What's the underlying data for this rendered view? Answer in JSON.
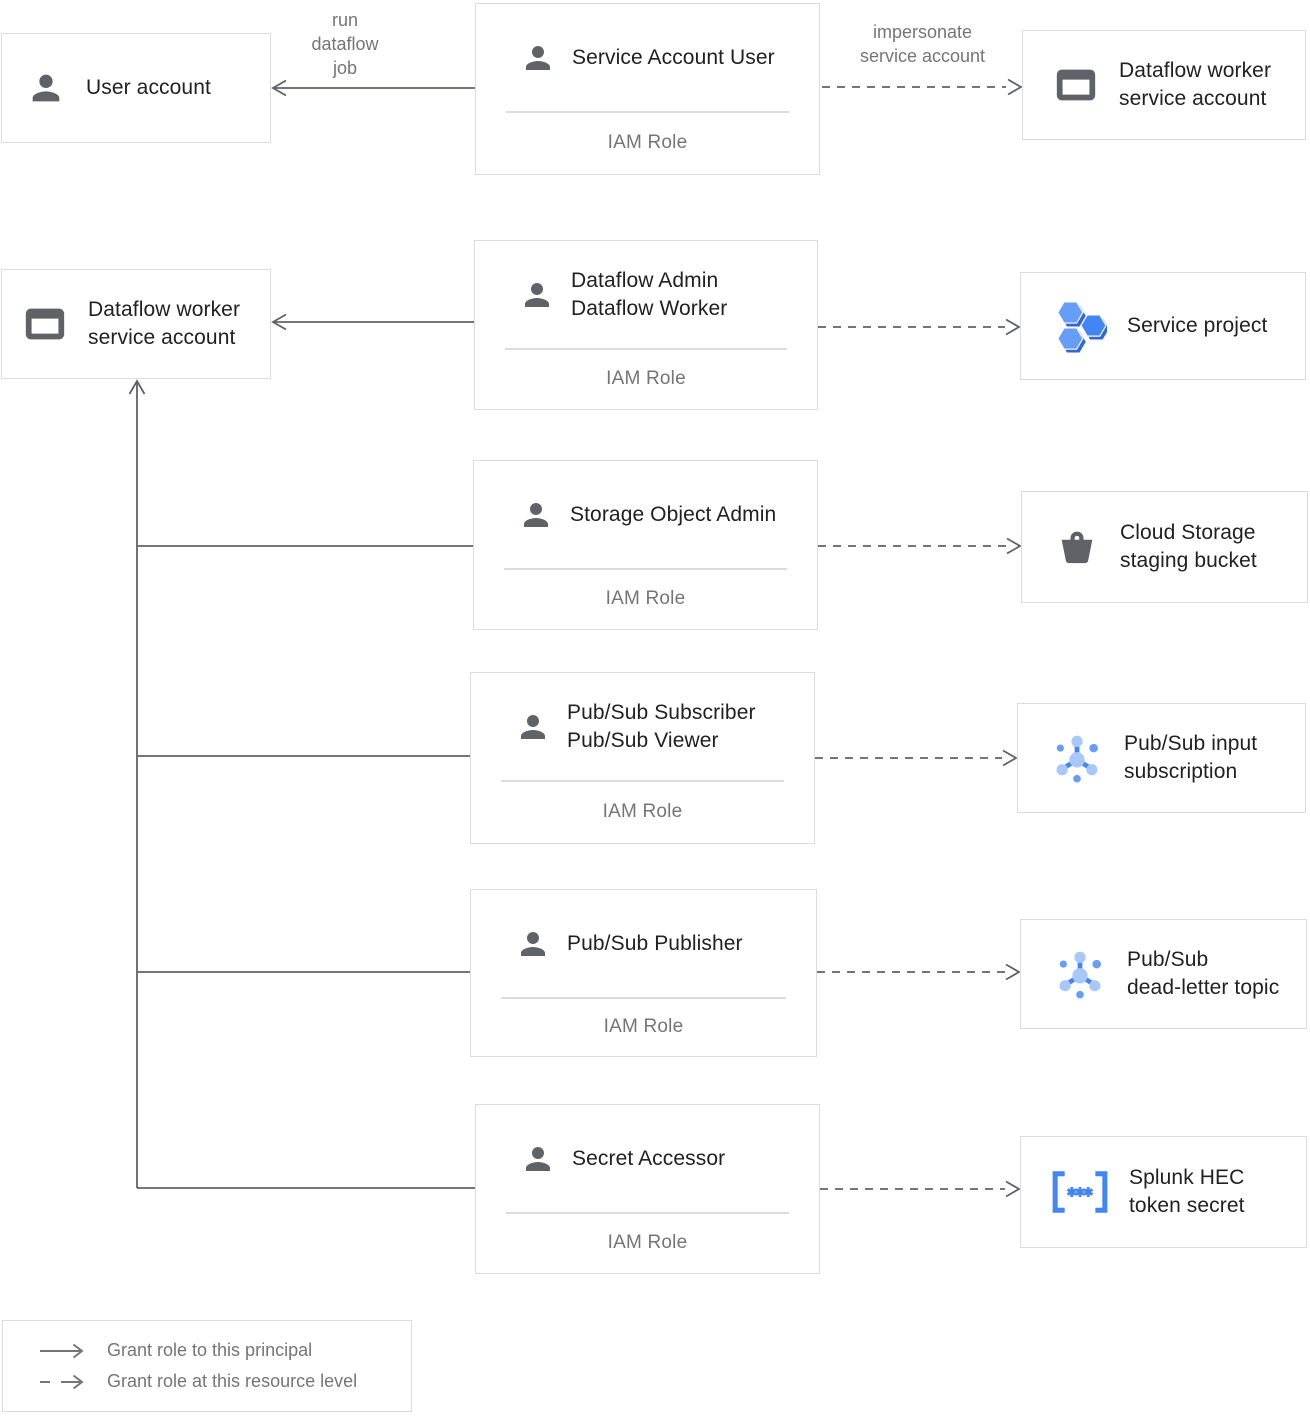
{
  "boxes": {
    "user_account": {
      "label": "User account"
    },
    "service_account_user": {
      "title": "Service Account User",
      "role_label": "IAM Role"
    },
    "dataflow_worker_sa_right": {
      "label": "Dataflow worker\nservice account"
    },
    "dataflow_worker_sa_left": {
      "label": "Dataflow worker\nservice account"
    },
    "dataflow_admin_worker": {
      "title": "Dataflow Admin\nDataflow Worker",
      "role_label": "IAM Role"
    },
    "service_project": {
      "label": "Service project"
    },
    "storage_object_admin": {
      "title": "Storage Object Admin",
      "role_label": "IAM Role"
    },
    "cloud_storage_bucket": {
      "label": "Cloud Storage\nstaging bucket"
    },
    "pubsub_subscriber_viewer": {
      "title": "Pub/Sub Subscriber\nPub/Sub Viewer",
      "role_label": "IAM Role"
    },
    "pubsub_input_subscription": {
      "label": "Pub/Sub input\nsubscription"
    },
    "pubsub_publisher": {
      "title": "Pub/Sub Publisher",
      "role_label": "IAM Role"
    },
    "pubsub_dead_letter_topic": {
      "label": "Pub/Sub\ndead-letter topic"
    },
    "secret_accessor": {
      "title": "Secret Accessor",
      "role_label": "IAM Role"
    },
    "splunk_hec_token_secret": {
      "label": "Splunk HEC\ntoken secret"
    }
  },
  "edge_labels": {
    "run_dataflow_job": "run\ndataflow\njob",
    "impersonate_service_account": "impersonate\nservice account"
  },
  "legend": {
    "solid_label": "Grant role to this principal",
    "dashed_label": "Grant role at this resource level"
  },
  "colors": {
    "border": "#dadce0",
    "title_text": "#212121",
    "muted_text": "#757575",
    "line": "#5f6368",
    "icon_gray": "#5f6368",
    "blue": "#4285f4",
    "blue_medium": "#669df6",
    "blue_light": "#a8c7fa",
    "hex_dark": "#3367d6"
  }
}
